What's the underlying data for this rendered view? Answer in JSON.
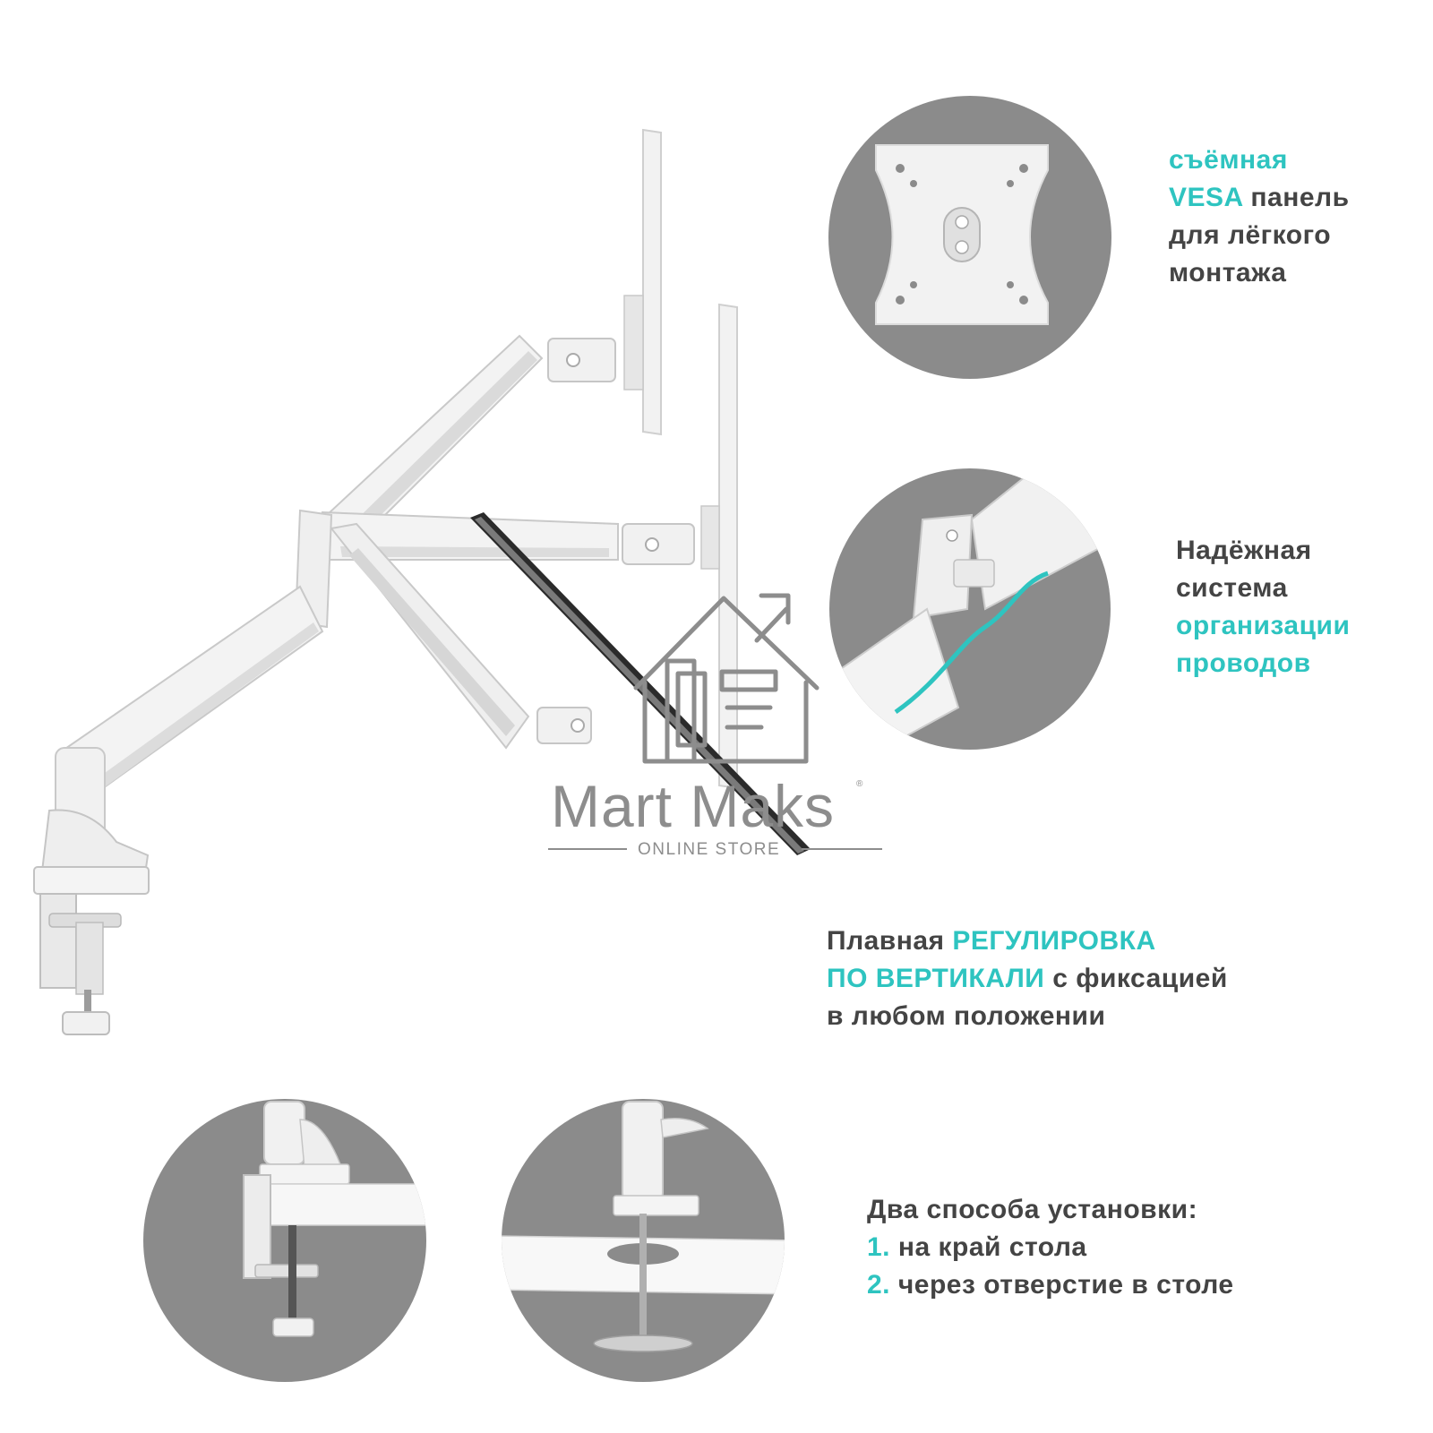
{
  "colors": {
    "accent": "#2ec4c0",
    "text": "#444444",
    "circle_bg": "#8b8b8b",
    "watermark": "#8d8d8d",
    "product": "#f1f1f1"
  },
  "product": {
    "name": "dual monitor arm",
    "icons": [
      "monitor-arm-illustration",
      "monitor-panel-icon",
      "desk-clamp-icon"
    ]
  },
  "watermark": {
    "brand": "Mart Maks",
    "tagline": "ONLINE STORE",
    "registered": "®",
    "icon": "house-store-icon"
  },
  "features": {
    "vesa": {
      "icon": "vesa-plate-icon",
      "line1_accent": "съёмная",
      "line2_accent": "VESA",
      "line2_rest": " панель",
      "line3": "для лёгкого",
      "line4": "монтажа"
    },
    "cable": {
      "icon": "cable-management-icon",
      "line1": "Надёжная",
      "line2": "система",
      "line3_accent": "организации",
      "line4_accent": "проводов"
    },
    "vertical": {
      "line1_plain": "Плавная ",
      "line1_accent": "РЕГУЛИРОВКА",
      "line2_accent": "ПО ВЕРТИКАЛИ",
      "line2_rest": " с фиксацией",
      "line3": "в любом положении"
    },
    "mounting": {
      "icons": [
        "edge-clamp-icon",
        "grommet-mount-icon"
      ],
      "title": "Два способа установки:",
      "item1_num": "1.",
      "item1_text": " на край стола",
      "item2_num": "2.",
      "item2_text": " через отверстие в столе"
    }
  }
}
